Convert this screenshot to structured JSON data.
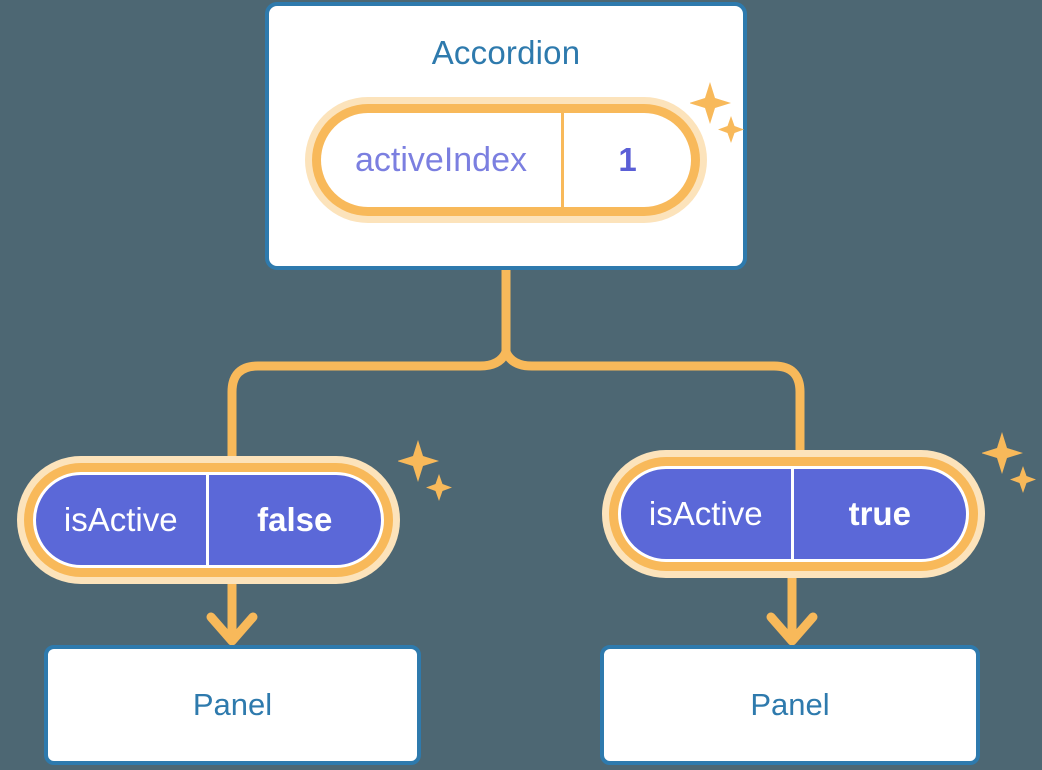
{
  "theme": {
    "background": "#4d6773",
    "card_border": "#2e7aad",
    "card_fill": "#ffffff",
    "title_text": "#2e7aad",
    "pill_ring": "#f8b95a",
    "pill_glow": "#fce3bb",
    "pill_solid_fill": "#5b68d8",
    "prop_name_text": "#7b7fe0",
    "prop_value_text": "#5b5fd6",
    "connector": "#f8b95a",
    "sparkle": "#f8b95a"
  },
  "diagram": {
    "type": "component-state-tree",
    "root": {
      "title": "Accordion",
      "state": {
        "name": "activeIndex",
        "value": "1"
      }
    },
    "branches": [
      {
        "id": "left",
        "prop": {
          "name": "isActive",
          "value": "false"
        },
        "child": {
          "title": "Panel"
        }
      },
      {
        "id": "right",
        "prop": {
          "name": "isActive",
          "value": "true"
        },
        "child": {
          "title": "Panel"
        }
      }
    ]
  },
  "icons": {
    "sparkle_large": "sparkle-four-point-large",
    "sparkle_small": "sparkle-four-point-small",
    "arrow": "arrow-down"
  }
}
